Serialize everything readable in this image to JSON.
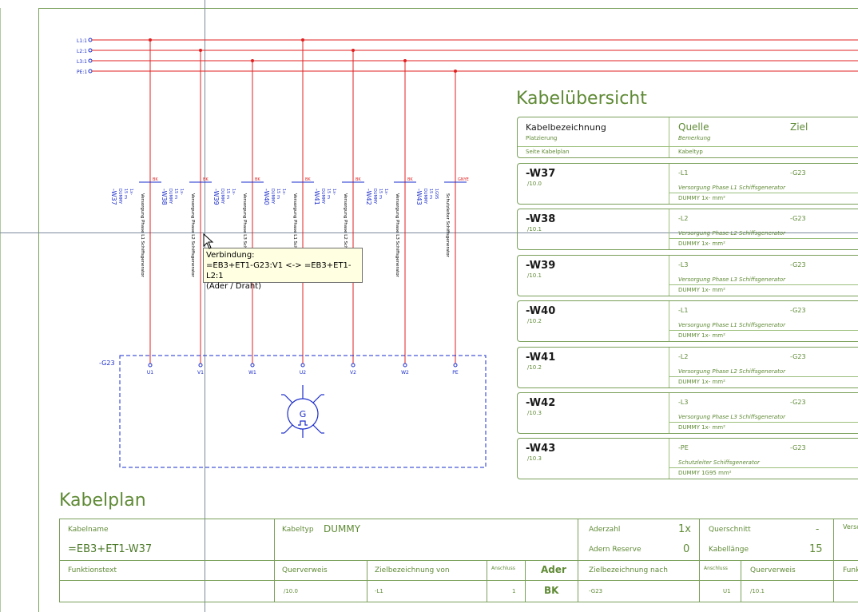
{
  "bus": {
    "labels": [
      "L1:1",
      "L2:1",
      "L3:1",
      "PE:1"
    ],
    "color": "#e02020"
  },
  "cables": [
    {
      "name": "-W37",
      "type": "DUMMY",
      "cores": "1x-",
      "length": "15 m",
      "desc": "Versorgung Phase L1 Schiffsgenerator",
      "wire": "BK",
      "terminal": "U1"
    },
    {
      "name": "-W38",
      "type": "DUMMY",
      "cores": "1x-",
      "length": "15 m",
      "desc": "Versorgung Phase L2 Schiffsgenerator",
      "wire": "BK",
      "terminal": "V1"
    },
    {
      "name": "-W39",
      "type": "DUMMY",
      "cores": "1x-",
      "length": "15 m",
      "desc": "Versorgung Phase L3 Schiffsgenerator",
      "wire": "BK",
      "terminal": "W1"
    },
    {
      "name": "-W40",
      "type": "DUMMY",
      "cores": "1x-",
      "length": "15 m",
      "desc": "Versorgung Phase L1 Schiffsgenerator",
      "wire": "BK",
      "terminal": "U2"
    },
    {
      "name": "-W41",
      "type": "DUMMY",
      "cores": "1x-",
      "length": "15 m",
      "desc": "Versorgung Phase L2 Schiffsgenerator",
      "wire": "BK",
      "terminal": "V2"
    },
    {
      "name": "-W42",
      "type": "DUMMY",
      "cores": "1x-",
      "length": "15 m",
      "desc": "Versorgung Phase L3 Schiffsgenerator",
      "wire": "BK",
      "terminal": "W2"
    },
    {
      "name": "-W43",
      "type": "DUMMY",
      "cores": "1G95",
      "length": "15 m",
      "desc": "Schutzleiter Schiffsgenerator",
      "wire": "GNYE",
      "terminal": "PE"
    }
  ],
  "device": {
    "label": "-G23",
    "symbol": "G"
  },
  "tooltip": {
    "line1": "Verbindung:",
    "line2": "=EB3+ET1-G23:V1 <-> =EB3+ET1-L2:1",
    "line3": "(Ader / Draht)"
  },
  "overview": {
    "title": "Kabelübersicht",
    "header": {
      "kabelbezeichnung": "Kabelbezeichnung",
      "platzierung": "Platzierung",
      "quelle": "Quelle",
      "ziel": "Ziel",
      "bemerkung": "Bemerkung",
      "seite": "Seite Kabelplan",
      "kabeltyp": "Kabeltyp"
    },
    "rows": [
      {
        "name": "-W37",
        "page": "/10.0",
        "src": "-L1",
        "dst": "-G23",
        "remark": "Versorgung Phase L1 Schiffsgenerator",
        "type": "DUMMY 1x- mm²"
      },
      {
        "name": "-W38",
        "page": "/10.1",
        "src": "-L2",
        "dst": "-G23",
        "remark": "Versorgung Phase L2 Schiffsgenerator",
        "type": "DUMMY 1x- mm²"
      },
      {
        "name": "-W39",
        "page": "/10.1",
        "src": "-L3",
        "dst": "-G23",
        "remark": "Versorgung Phase L3 Schiffsgenerator",
        "type": "DUMMY 1x- mm²"
      },
      {
        "name": "-W40",
        "page": "/10.2",
        "src": "-L1",
        "dst": "-G23",
        "remark": "Versorgung Phase L1 Schiffsgenerator",
        "type": "DUMMY 1x- mm²"
      },
      {
        "name": "-W41",
        "page": "/10.2",
        "src": "-L2",
        "dst": "-G23",
        "remark": "Versorgung Phase L2 Schiffsgenerator",
        "type": "DUMMY 1x- mm²"
      },
      {
        "name": "-W42",
        "page": "/10.3",
        "src": "-L3",
        "dst": "-G23",
        "remark": "Versorgung Phase L3 Schiffsgenerator",
        "type": "DUMMY 1x- mm²"
      },
      {
        "name": "-W43",
        "page": "/10.3",
        "src": "-PE",
        "dst": "-G23",
        "remark": "Schutzleiter Schiffsgenerator",
        "type": "DUMMY 1G95 mm²"
      }
    ]
  },
  "kabelplan": {
    "title": "Kabelplan",
    "kabelname_label": "Kabelname",
    "kabelname": "=EB3+ET1-W37",
    "kabeltyp_label": "Kabeltyp",
    "kabeltyp": "DUMMY",
    "aderzahl_label": "Aderzahl",
    "aderzahl": "1x",
    "adern_reserve_label": "Adern Reserve",
    "adern_reserve": "0",
    "querschnitt_label": "Querschnitt",
    "querschnitt": "-",
    "kabellaenge_label": "Kabellänge",
    "kabellaenge": "15",
    "verso_label": "Verso",
    "funktionstext_label": "Funktionstext",
    "querverweis_label": "Querverweis",
    "zielbez_von_label": "Zielbezeichnung von",
    "anschluss_label": "Anschluss",
    "ader_label": "Ader",
    "zielbez_nach_label": "Zielbezeichnung nach",
    "anschluss2_label": "Anschluss",
    "querverweis2_label": "Querverweis",
    "funk_label": "Funk",
    "row": {
      "querverweis": "/10.0",
      "von": "-L1",
      "anschluss": "1",
      "ader": "BK",
      "nach": "-G23",
      "anschluss2": "U1",
      "querverweis2": "/10.1"
    }
  },
  "colors": {
    "frame": "#7aa05a",
    "text_green": "#5f8a35",
    "wire": "#e02020",
    "device": "#1a2ccc"
  }
}
